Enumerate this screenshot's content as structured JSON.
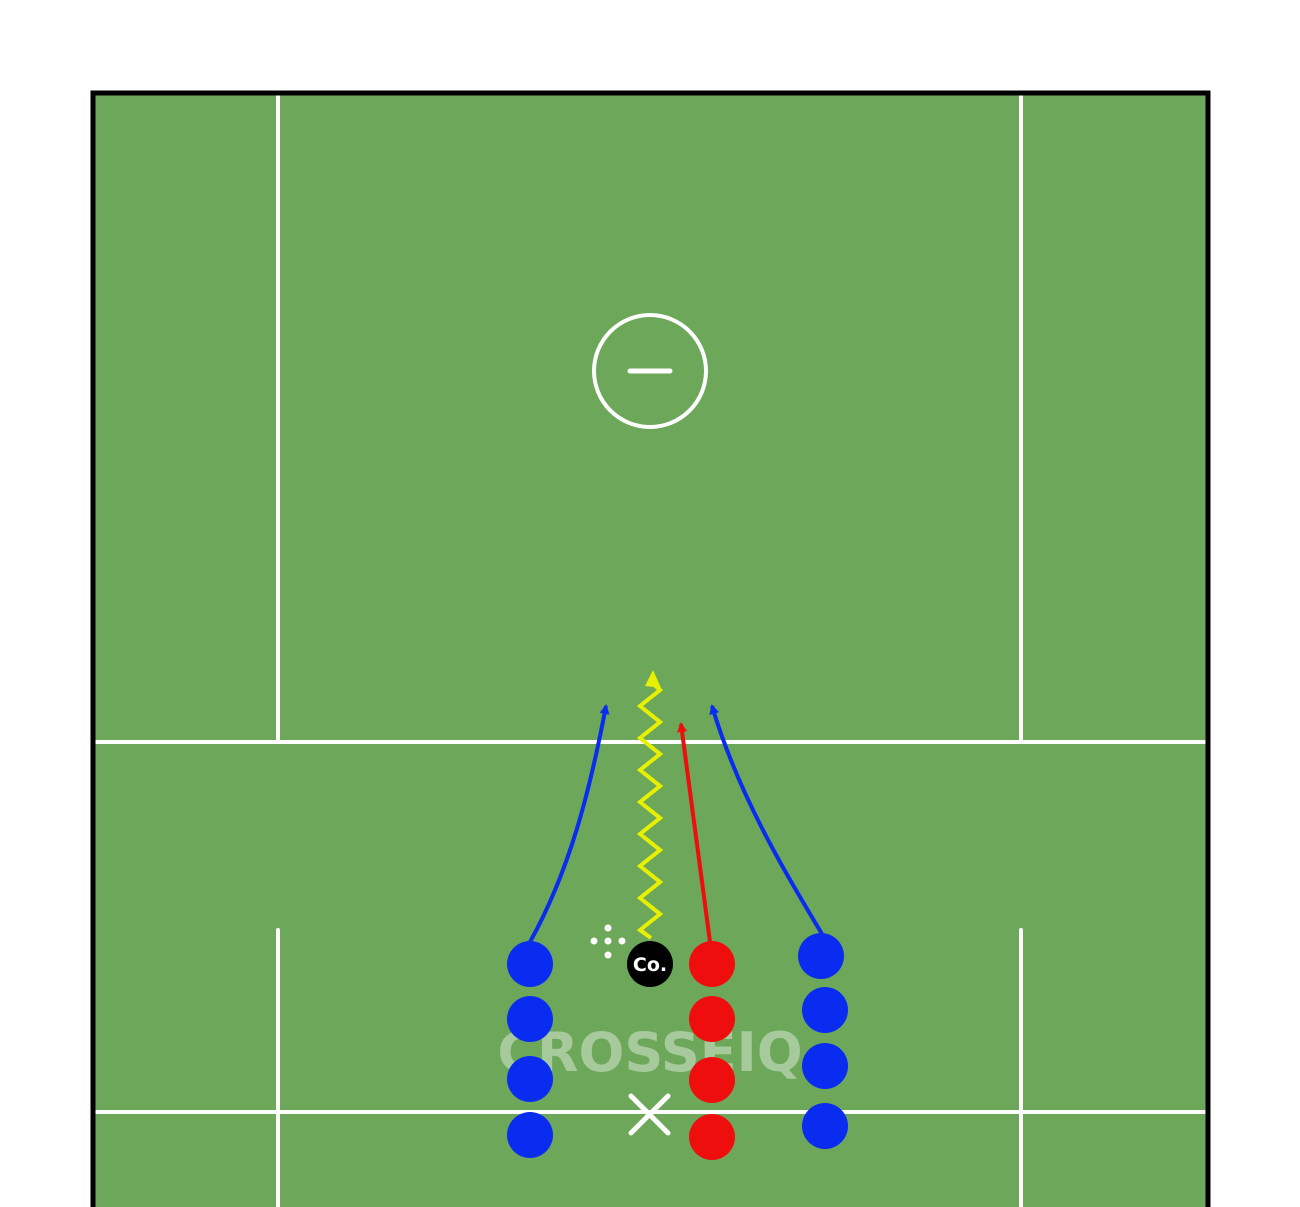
{
  "diagram": {
    "colors": {
      "page_background": "#ffffff",
      "field": "#6da75a",
      "field_border": "#000000",
      "lines": "#ffffff",
      "blue_team": "#0a2bf0",
      "red_team": "#ef0e0e",
      "dribble_path": "#e8f000",
      "coach": "#000000"
    },
    "watermark": {
      "text": "CROSSEIQ"
    },
    "coach": {
      "label": "Co.",
      "icon": "coach-marker"
    },
    "ball": {
      "icon": "ball-cluster-icon"
    },
    "start_mark": {
      "icon": "x-mark-icon"
    },
    "goal": {
      "icon": "goal-crease-icon"
    },
    "players": {
      "left_blue_line": {
        "team": "blue",
        "count": 4
      },
      "right_red_line": {
        "team": "red",
        "count": 4
      },
      "far_right_blue_line": {
        "team": "blue",
        "count": 4
      }
    },
    "paths": [
      {
        "id": "blue-left-run",
        "color": "blue",
        "style": "solid-arrow"
      },
      {
        "id": "coach-dribble",
        "color": "yellow",
        "style": "zigzag-arrow"
      },
      {
        "id": "red-run",
        "color": "red",
        "style": "solid-arrow"
      },
      {
        "id": "blue-right-run",
        "color": "blue",
        "style": "solid-arrow"
      }
    ]
  }
}
